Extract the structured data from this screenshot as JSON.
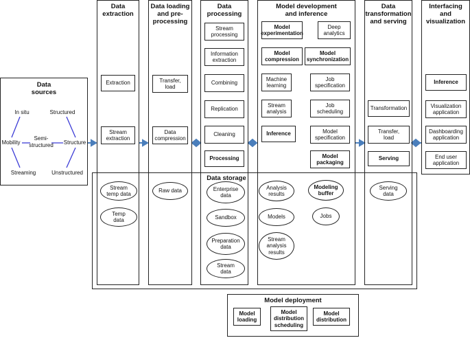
{
  "colors": {
    "arrow": "#4a7ebb",
    "line": "#222222",
    "source_links": "#3b3bd6"
  },
  "sources": {
    "title": "Data\nsources",
    "in_situ": "In situ",
    "structured": "Structured",
    "mobility": "Mobility",
    "semi_structured": "Semi-\nstructured",
    "structure": "Structure",
    "streaming": "Streaming",
    "unstructured": "Unstructured"
  },
  "columns": {
    "extraction": {
      "title": "Data\nextraction",
      "items": [
        "Extraction",
        "Stream\nextraction"
      ]
    },
    "loading": {
      "title": "Data loading\nand pre-\nprocessing",
      "items": [
        "Transfer,\nload",
        "Data\ncompression"
      ]
    },
    "processing": {
      "title": "Data\nprocessing",
      "items": [
        "Stream\nprocessing",
        "Information\nextraction",
        "Combining",
        "Replication",
        "Cleaning",
        "Processing"
      ]
    },
    "model": {
      "title": "Model development\nand inference",
      "left": [
        "Model\nexperimentation",
        "Model\ncompression",
        "Machine\nlearning",
        "Stream\nanalysis",
        "Inference"
      ],
      "right": [
        "Deep\nanalytics",
        "Model\nsynchronization",
        "Job\nspecification",
        "Job\nscheduling",
        "Model\nspecification",
        "Model\npackaging"
      ]
    },
    "transform": {
      "title": "Data\ntransformation\nand serving",
      "items": [
        "Transformation",
        "Transfer,\nload",
        "Serving"
      ]
    },
    "interface": {
      "title": "Interfacing\nand\nvisualization",
      "items": [
        "Inference",
        "Visualization\napplication",
        "Dashboarding\napplication",
        "End user\napplication"
      ]
    }
  },
  "storage": {
    "title": "Data storage",
    "extraction": [
      "Stream\ntemp data",
      "Temp\ndata"
    ],
    "loading": [
      "Raw data"
    ],
    "processing": [
      "Enterprise\ndata",
      "Sandbox",
      "Preparation\ndata",
      "Stream\ndata"
    ],
    "model_left": [
      "Analysis\nresults",
      "Models",
      "Stream\nanalysis\nresults"
    ],
    "model_right": [
      "Modeling\nbuffer",
      "Jobs"
    ],
    "transform": [
      "Serving\ndata"
    ]
  },
  "deployment": {
    "title": "Model deployment",
    "items": [
      "Model\nloading",
      "Model\ndistribution\nscheduling",
      "Model\ndistribution"
    ]
  }
}
